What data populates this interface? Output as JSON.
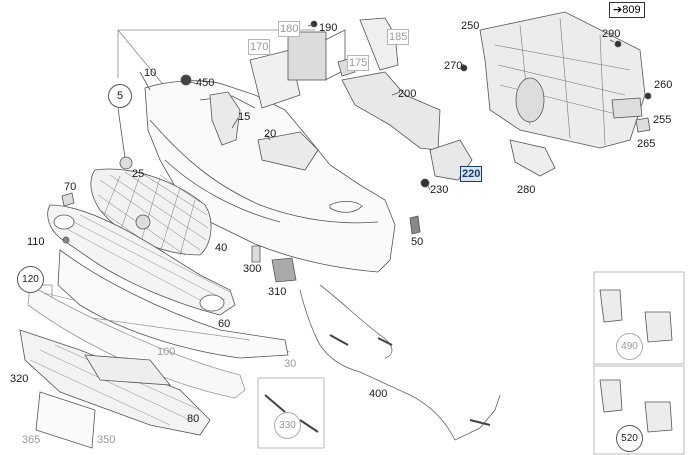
{
  "reference": {
    "arrow": "➔",
    "page": "809"
  },
  "labels": {
    "p5": "5",
    "p10": "10",
    "p15": "15",
    "p20": "20",
    "p25": "25",
    "p30": "30",
    "p40": "40",
    "p50": "50",
    "p60": "60",
    "p70": "70",
    "p80": "80",
    "p100": "100",
    "p110": "110",
    "p120": "120",
    "p170": "170",
    "p175": "175",
    "p180": "180",
    "p185": "185",
    "p190": "190",
    "p200": "200",
    "p220": "220",
    "p230": "230",
    "p250": "250",
    "p255": "255",
    "p260": "260",
    "p265": "265",
    "p270": "270",
    "p280": "280",
    "p290": "290",
    "p300": "300",
    "p310": "310",
    "p320": "320",
    "p330": "330",
    "p350": "350",
    "p365": "365",
    "p400": "400",
    "p450": "450",
    "p490": "490",
    "p520": "520"
  },
  "highlight_part": "220",
  "colors": {
    "highlight_fill": "#d7e6f6",
    "highlight_border": "#1a3a6a",
    "line": "#555555",
    "gray_text": "#9a9a9a"
  }
}
